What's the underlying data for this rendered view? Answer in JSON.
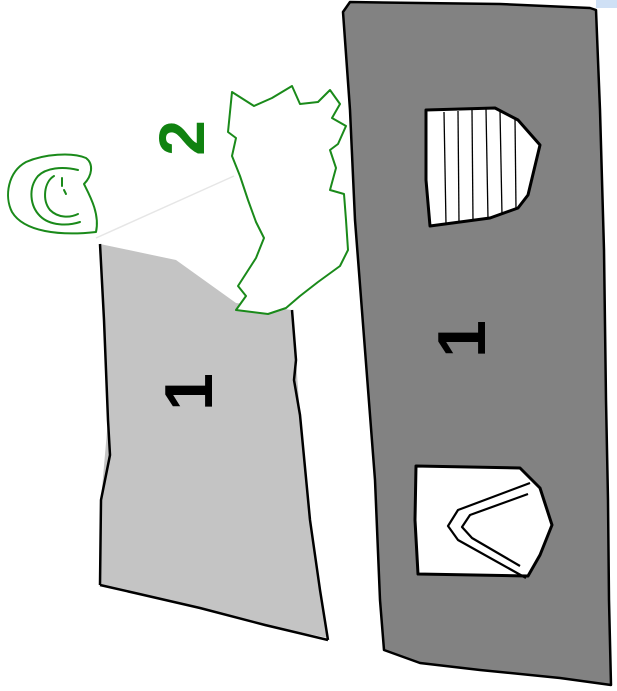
{
  "labels": {
    "light_piece_number": "1",
    "dark_piece_number": "1",
    "green_piece_number": "2"
  },
  "colors": {
    "light_piece_fill": "#c4c4c4",
    "dark_piece_fill": "#828282",
    "outline": "#000000",
    "green_outline": "#1a8a1a",
    "green_number": "#108210",
    "cutout_fill": "#ffffff"
  },
  "icons": {
    "top_cutout": "striped-rounded-cutout",
    "bottom_cutout": "chevron-cutout",
    "head_outline": "face-outline",
    "green_piece": "torn-paper-outline"
  }
}
